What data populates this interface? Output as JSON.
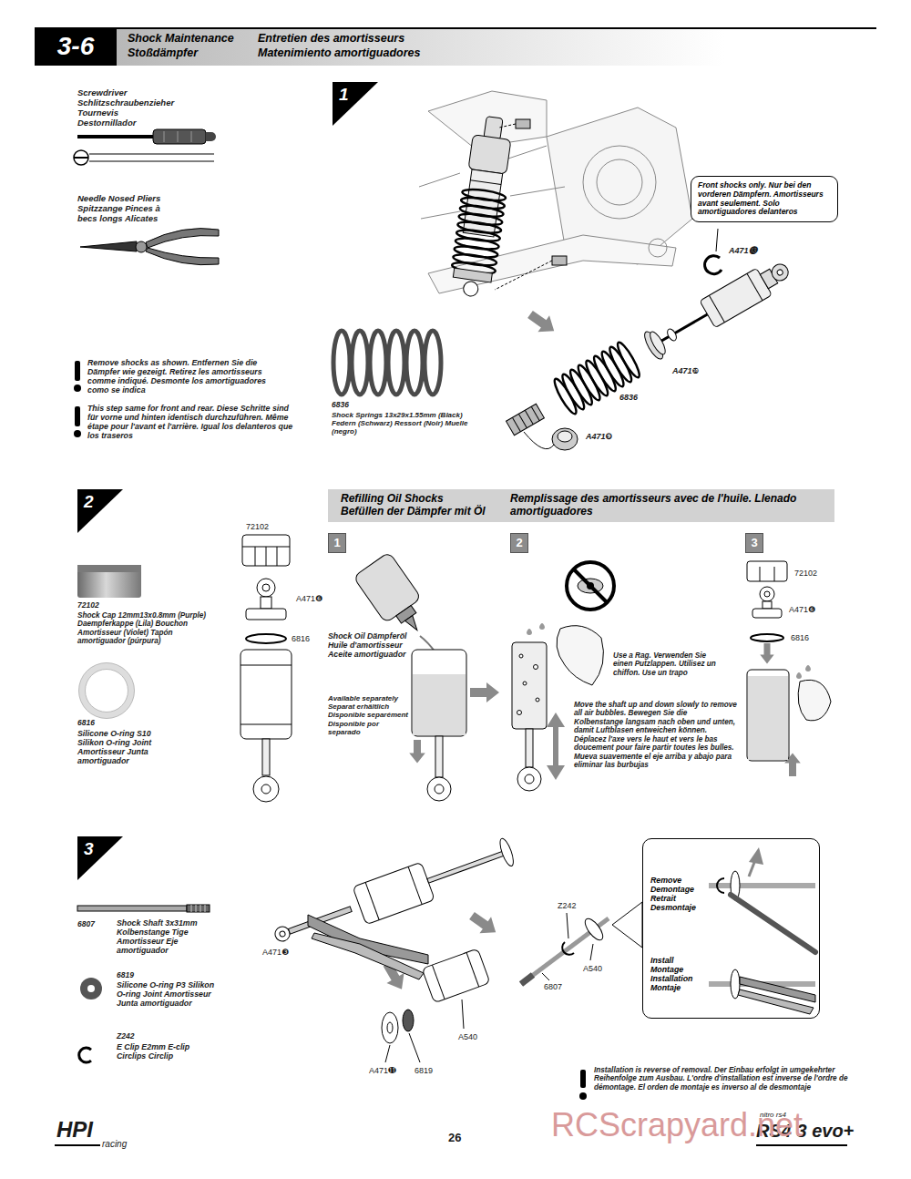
{
  "diagram": {
    "nodes": [
      {
        "text": [
          "3-6"
        ]
      },
      {
        "text": [
          "Shock Maintenance",
          "Stoßdämpfer",
          "Entretien des amortisseurs",
          "Matenimiento amortiguadores"
        ]
      },
      {
        "text": [
          "1"
        ]
      },
      {
        "text": [
          "Front shocks only. Nur bei den vorderen Dämpfern. Amortisseurs avant seulement. Solo amortiguadores delanteros"
        ]
      },
      {
        "text": [
          "2"
        ]
      },
      {
        "text": [
          "Refilling Oil Shocks Befüllen der Dämpfer mit Öl",
          "Remplissage des amortisseurs avec de l'huile. Llenado amortiguadores"
        ]
      },
      {
        "text": [
          "1"
        ]
      },
      {
        "text": [
          "2"
        ]
      },
      {
        "text": [
          "3"
        ]
      },
      {
        "text": [
          "3"
        ]
      },
      {
        "text": [
          "Remove Demontage Retrait Desmontaje",
          "Install Montage Installation Montaje"
        ]
      }
    ],
    "labels": [
      "Screwdriver Schlitzschraubenzieher Tournevis Destornillador",
      "Needle Nosed Pliers Spitzzange Pinces à becs longs Alicates",
      "6836",
      "Shock Springs 13x29x1.55mm (Black) Federn (Schwarz) Ressort (Noir) Muelle (negro)",
      "A471⓭",
      "A471❿",
      "6836",
      "A471❾",
      "Remove shocks as shown. Entfernen Sie die Dämpfer wie gezeigt. Retirez les amortisseurs comme indiqué. Desmonte los amortiguadores como se indica",
      "This step same for front and rear. Diese Schritte sind für vorne und hinten identisch durchzuführen. Même étape pour l'avant et l'arrière. Igual los delanteros que los traseros",
      "72102",
      "Shock Cap 12mm13x0.8mm (Purple) Daempferkappe (Lila) Bouchon Amortisseur (Violet) Tapón amortiguador (púrpura)",
      "6816",
      "Silicone O-ring S10 Silikon O-ring Joint Amortisseur Junta amortiguador",
      "72102",
      "A471❻",
      "6816",
      "Shock Oil Dämpferöl Huile d'amortisseur Aceite amortiguador",
      "Available separately Separat erhältlich Disponible separément Disponible por separado",
      "Use a Rag. Verwenden Sie einen Putzlappen. Utilisez un chiffon. Use un trapo",
      "Move the shaft up and down slowly to remove all air bubbles. Bewegen Sie die Kolbenstange langsam nach oben und unten, damit Luftblasen entweichen können. Déplacez l'axe vers le haut et vers le bas doucement pour faire partir toutes les bulles. Mueva suavemente el eje arriba y abajo para eliminar las burbujas",
      "72102",
      "A471❻",
      "6816",
      "6807",
      "Shock Shaft 3x31mm Kolbenstange Tige Amortisseur Eje amortiguador",
      "6819",
      "Silicone O-ring P3 Silikon O-ring Joint Amortisseur Junta amortiguador",
      "Z242",
      "E Clip E2mm E-clip Circlips Circlip",
      "A471❸",
      "A540",
      "A471⓫",
      "6819",
      "Z242",
      "A540",
      "6807",
      "Installation is reverse of removal. Der Einbau erfolgt in umgekehrter Reihenfolge zum Ausbau. L'ordre d'installation est inverse de l'ordre de démontage. El orden de montaje es inverso al de desmontaje",
      "HPI",
      "racing",
      "26",
      "nitro rs4",
      "RS4 3 evo+",
      "RCScrapyard.net"
    ]
  }
}
